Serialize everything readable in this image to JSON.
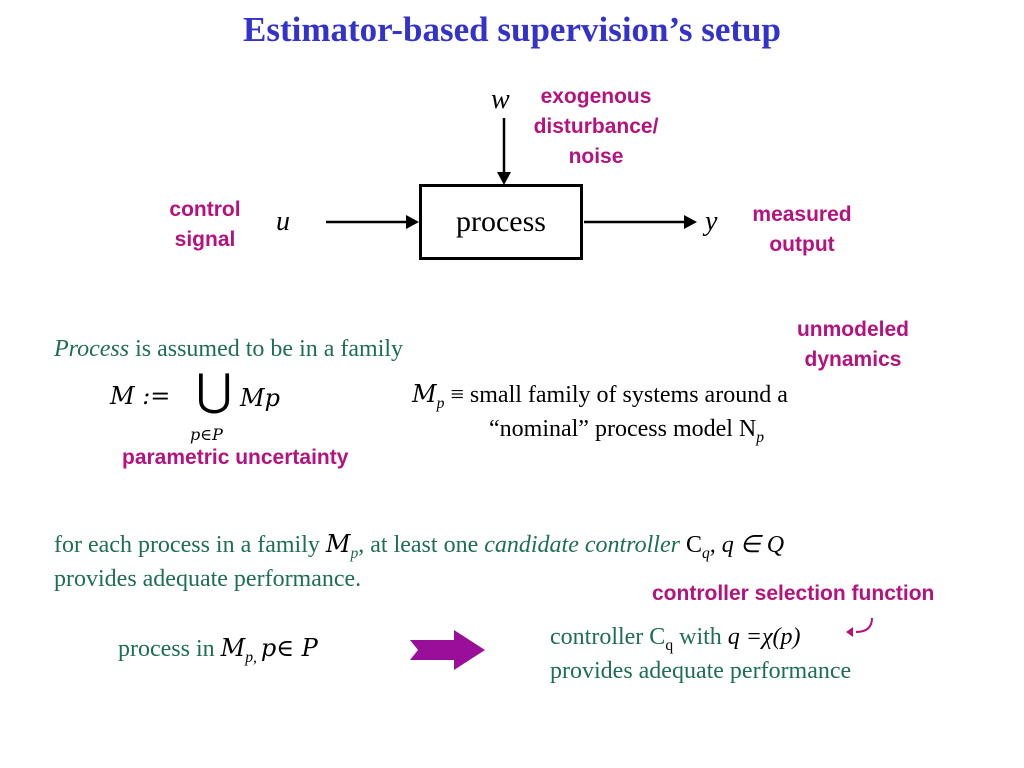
{
  "title": "Estimator-based supervision’s setup",
  "diagram": {
    "w_var": "w",
    "u_var": "u",
    "y_var": "y",
    "process_label": "process",
    "disturbance_label": [
      "exogenous",
      "disturbance/",
      "noise"
    ],
    "control_label": [
      "control",
      "signal"
    ],
    "measured_label": [
      "measured",
      "output"
    ],
    "unmodeled_label": [
      "unmodeled",
      "dynamics"
    ]
  },
  "family": {
    "sentence_italic": "Process",
    "sentence_rest": " is assumed to be in a family",
    "formula_lhs": "M :=",
    "formula_union": "⋃",
    "formula_rhs": "Mp",
    "formula_sub": "p∈P",
    "parametric_label": "parametric uncertainty",
    "mp_symbol": "M",
    "mp_sub": "p",
    "mp_def": " ≡ small family of systems around a",
    "mp_def_line2": "“nominal” process model N",
    "mp_def_sub": "p"
  },
  "candidate": {
    "line1_a": "for each process in a family ",
    "line1_M": "M",
    "line1_Msub": "p",
    "line1_b": ", at least one ",
    "line1_italic": "candidate controller",
    "line1_C": " C",
    "line1_Csub": "q",
    "line1_c": ", q ∈ Q",
    "line2": "provides adequate performance."
  },
  "selection": {
    "label": "controller selection function",
    "left_text": "process in ",
    "left_M": "M",
    "left_sub": "p, ",
    "left_p": "p∈ P",
    "right_a": "controller C",
    "right_sub": "q",
    "right_b": " with ",
    "right_formula": "q =χ(p)",
    "right_line2": "provides adequate performance"
  },
  "colors": {
    "title": "#3333cc",
    "annotation": "#b5127d",
    "text": "#1d6e56",
    "arrow": "#9a0f9a"
  }
}
